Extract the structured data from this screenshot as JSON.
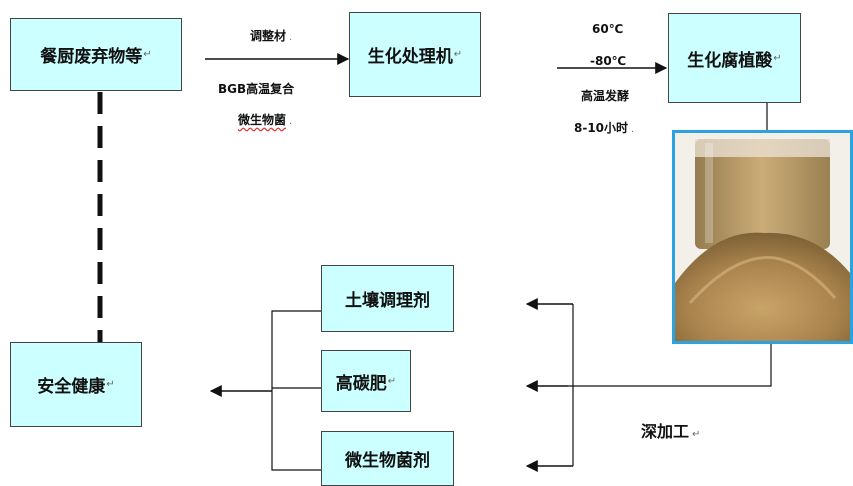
{
  "nodes": {
    "kitchen_waste": "餐厨废弃物等",
    "bio_processor": "生化处理机",
    "humic_acid": "生化腐植酸",
    "soil_conditioner": "土壤调理剂",
    "high_carbon_fertilizer": "高碳肥",
    "microbial_agent": "微生物菌剂",
    "safety_health": "安全健康"
  },
  "paragraph_mark": "↵",
  "labels": {
    "conditioner": "调整材",
    "bgb_line1": "BGB高温复合",
    "bgb_line2": "微生物菌",
    "temp_60": "60℃",
    "temp_80": "-80℃",
    "fermentation": "高温发酵",
    "duration": "8-10小时",
    "deep_processing": "深加工",
    "dot": "."
  },
  "colors": {
    "box_fill": "#ccffff",
    "box_border": "#444444",
    "line": "#111111",
    "photo_border": "#2aa3e0"
  }
}
